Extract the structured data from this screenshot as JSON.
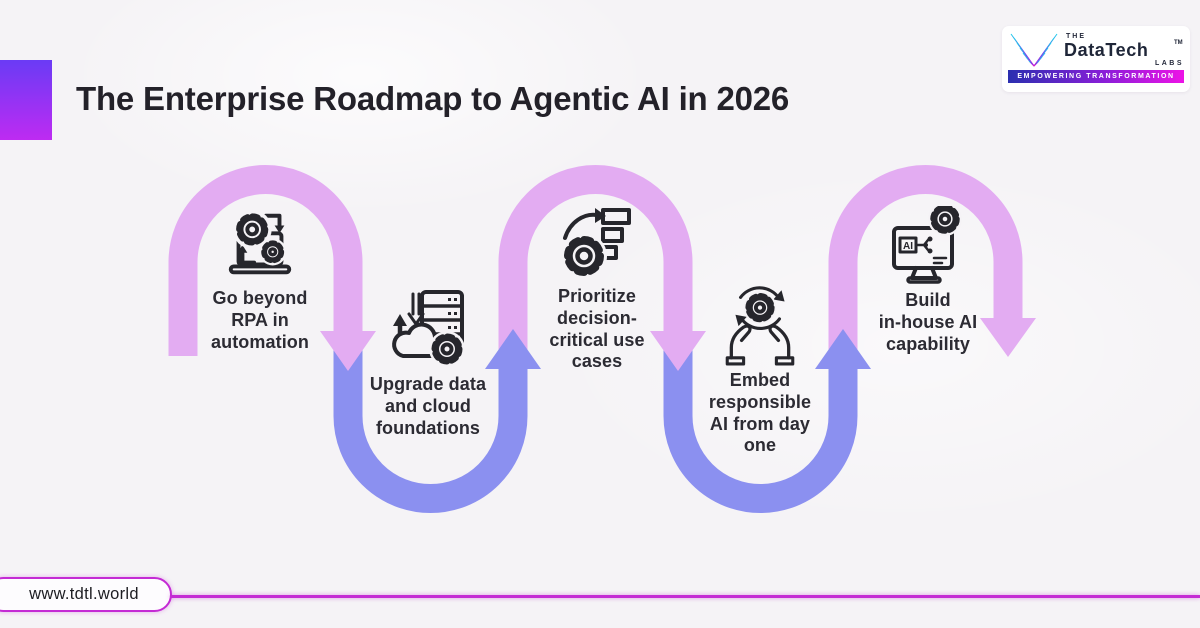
{
  "title": "The Enterprise Roadmap to Agentic AI in 2026",
  "logo": {
    "the": "THE",
    "brand": "DataTech",
    "tm": "TM",
    "labs": "LABS",
    "tagline": "EMPOWERING TRANSFORMATION"
  },
  "steps": [
    {
      "id": 1,
      "label": "Go beyond\nRPA in\nautomation",
      "icon": "laptop-gears-icon"
    },
    {
      "id": 2,
      "label": "Upgrade data\nand cloud\nfoundations",
      "icon": "server-cloud-gear-icon"
    },
    {
      "id": 3,
      "label": "Prioritize\ndecision-\ncritical use\ncases",
      "icon": "gear-priority-list-icon"
    },
    {
      "id": 4,
      "label": "Embed\nresponsible\nAI from day\none",
      "icon": "hands-gear-icon"
    },
    {
      "id": 5,
      "label": "Build\nin-house AI\ncapability",
      "icon": "monitor-ai-gear-icon"
    }
  ],
  "footer": {
    "url": "www.tdtl.world"
  },
  "colors": {
    "pink-arc": "#E3ACF2",
    "blue-arc": "#8B90F0",
    "accent-top": "#6A3BF5",
    "accent-bottom": "#BE2BF2",
    "magenta-line": "#C42BD4",
    "title-ink": "#232129",
    "label-ink": "#2C2B33",
    "icon-ink": "#26262C",
    "logo-navy": "#1F2638",
    "bar-start": "#2B2FB0",
    "bar-end": "#ED13E6",
    "bg": "#F5F3F6"
  }
}
